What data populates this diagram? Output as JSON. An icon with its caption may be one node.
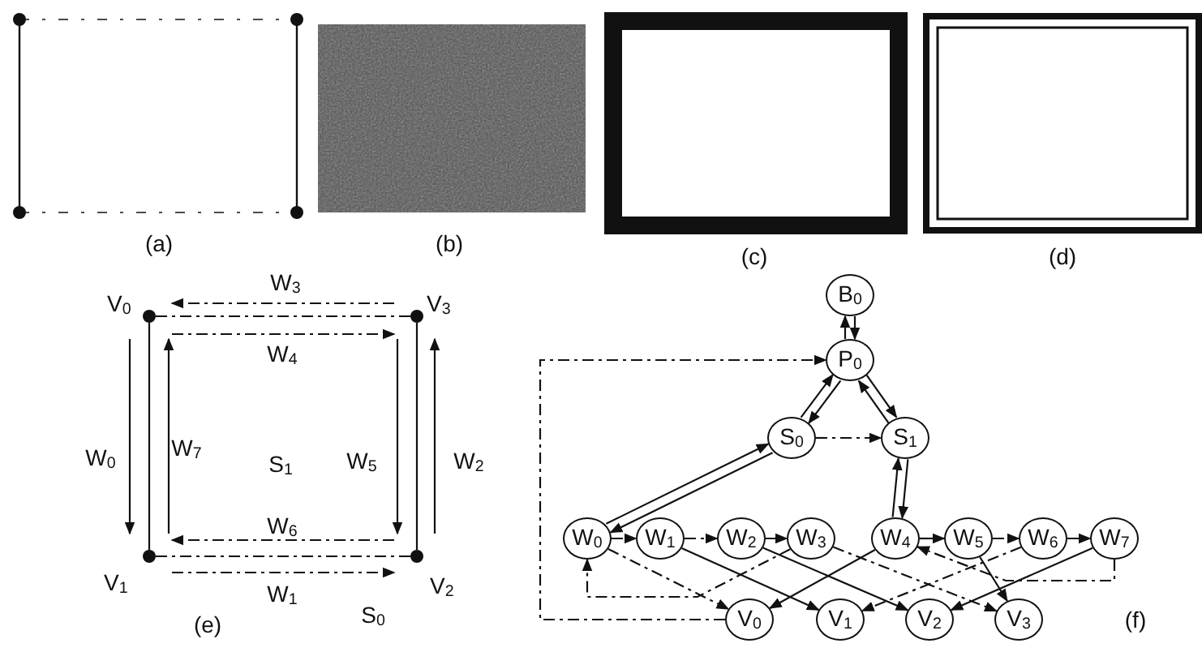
{
  "diagram": {
    "nodes": [
      {
        "text": [],
        "shape": "circle",
        "beside": [
          "V$_{0}$"
        ]
      },
      {
        "text": [],
        "shape": "circle",
        "beside": [
          "V$_{3}$"
        ]
      },
      {
        "text": [],
        "shape": "circle",
        "beside": [
          "V$_{1}$"
        ]
      },
      {
        "text": [],
        "shape": "circle",
        "beside": [
          "V$_{2}$"
        ]
      },
      {
        "text": [
          "B$_{0}$"
        ]
      },
      {
        "text": [
          "P$_{0}$"
        ]
      },
      {
        "text": [
          "S$_{0}$"
        ]
      },
      {
        "text": [
          "S$_{1}$"
        ]
      },
      {
        "text": [
          "W$_{0}$"
        ]
      },
      {
        "text": [
          "W$_{1}$"
        ]
      },
      {
        "text": [
          "W$_{2}$"
        ]
      },
      {
        "text": [
          "W$_{3}$"
        ]
      },
      {
        "text": [
          "W$_{4}$"
        ]
      },
      {
        "text": [
          "W$_{5}$"
        ]
      },
      {
        "text": [
          "W$_{6}$"
        ]
      },
      {
        "text": [
          "W$_{7}$"
        ]
      },
      {
        "text": [
          "V$_{0}$"
        ]
      },
      {
        "text": [
          "V$_{1}$"
        ]
      },
      {
        "text": [
          "V$_{2}$"
        ]
      },
      {
        "text": [
          "V$_{3}$"
        ]
      }
    ],
    "edges": [
      {
        "from": 0,
        "to": 2,
        "arrow": "none"
      },
      {
        "from": 1,
        "to": 3,
        "arrow": "none"
      },
      {
        "from": 0,
        "to": 1,
        "arrow": "none",
        "style": "dashed"
      },
      {
        "from": 2,
        "to": 3,
        "arrow": "none",
        "style": "dashed"
      },
      {
        "from": 0,
        "to": 2,
        "arrow": "to",
        "label": "W$_{0}$"
      },
      {
        "from": 2,
        "to": 0,
        "arrow": "to",
        "label": "W$_{7}$"
      },
      {
        "from": 1,
        "to": 3,
        "arrow": "to",
        "label": "W$_{5}$"
      },
      {
        "from": 3,
        "to": 1,
        "arrow": "to",
        "label": "W$_{2}$"
      },
      {
        "from": 1,
        "to": 0,
        "arrow": "to",
        "label": "W$_{3}$",
        "style": "dashed"
      },
      {
        "from": 0,
        "to": 1,
        "arrow": "to",
        "label": "W$_{4}$",
        "style": "dashed"
      },
      {
        "from": 3,
        "to": 2,
        "arrow": "to",
        "label": "W$_{6}$",
        "style": "dashed"
      },
      {
        "from": 2,
        "to": 3,
        "arrow": "to",
        "label": "W$_{1}$",
        "style": "dashed"
      },
      {
        "from": 5,
        "to": 4,
        "arrow": "to"
      },
      {
        "from": 4,
        "to": 5,
        "arrow": "to"
      },
      {
        "from": 6,
        "to": 5,
        "arrow": "to"
      },
      {
        "from": 5,
        "to": 6,
        "arrow": "to"
      },
      {
        "from": 5,
        "to": 7,
        "arrow": "to"
      },
      {
        "from": 7,
        "to": 5,
        "arrow": "to"
      },
      {
        "from": 6,
        "to": 7,
        "arrow": "to",
        "style": "dashed"
      },
      {
        "from": 8,
        "to": 6,
        "arrow": "to"
      },
      {
        "from": 6,
        "to": 8,
        "arrow": "to"
      },
      {
        "from": 7,
        "to": 12,
        "arrow": "to"
      },
      {
        "from": 12,
        "to": 7,
        "arrow": "to"
      },
      {
        "from": 8,
        "to": 9,
        "arrow": "to",
        "style": "dashed"
      },
      {
        "from": 9,
        "to": 10,
        "arrow": "to",
        "style": "dashed"
      },
      {
        "from": 10,
        "to": 11,
        "arrow": "to",
        "style": "dashed"
      },
      {
        "from": 12,
        "to": 13,
        "arrow": "to"
      },
      {
        "from": 13,
        "to": 14,
        "arrow": "to",
        "style": "dashed"
      },
      {
        "from": 14,
        "to": 15,
        "arrow": "to",
        "style": "dashed"
      },
      {
        "from": 8,
        "to": 16,
        "arrow": "to",
        "style": "dashed"
      },
      {
        "from": 9,
        "to": 17,
        "arrow": "to"
      },
      {
        "from": 10,
        "to": 18,
        "arrow": "to"
      },
      {
        "from": 11,
        "to": 19,
        "arrow": "to",
        "style": "dashed"
      },
      {
        "from": 12,
        "to": 16,
        "arrow": "to"
      },
      {
        "from": 13,
        "to": 19,
        "arrow": "to"
      },
      {
        "from": 14,
        "to": 17,
        "arrow": "to",
        "style": "dashed"
      },
      {
        "from": 15,
        "to": 18,
        "arrow": "to"
      },
      {
        "from": 11,
        "to": 8,
        "arrow": "to",
        "style": "dashed"
      },
      {
        "from": 15,
        "to": 12,
        "arrow": "to",
        "style": "dashed"
      },
      {
        "from": 16,
        "to": 5,
        "arrow": "to",
        "style": "dashed"
      }
    ],
    "labels": [
      "(a)",
      "(b)",
      "(c)",
      "(d)",
      "S$_{1}$",
      "S$_{0}$",
      "(e)",
      "(f)"
    ]
  }
}
